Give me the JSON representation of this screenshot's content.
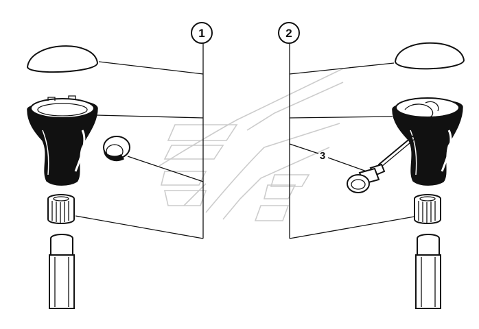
{
  "callouts": [
    {
      "label": "1"
    },
    {
      "label": "2"
    }
  ],
  "part_labels": [
    {
      "label": "3"
    }
  ],
  "colors": {
    "ink": "#111111",
    "background": "#ffffff",
    "watermark": "#cccccc"
  }
}
